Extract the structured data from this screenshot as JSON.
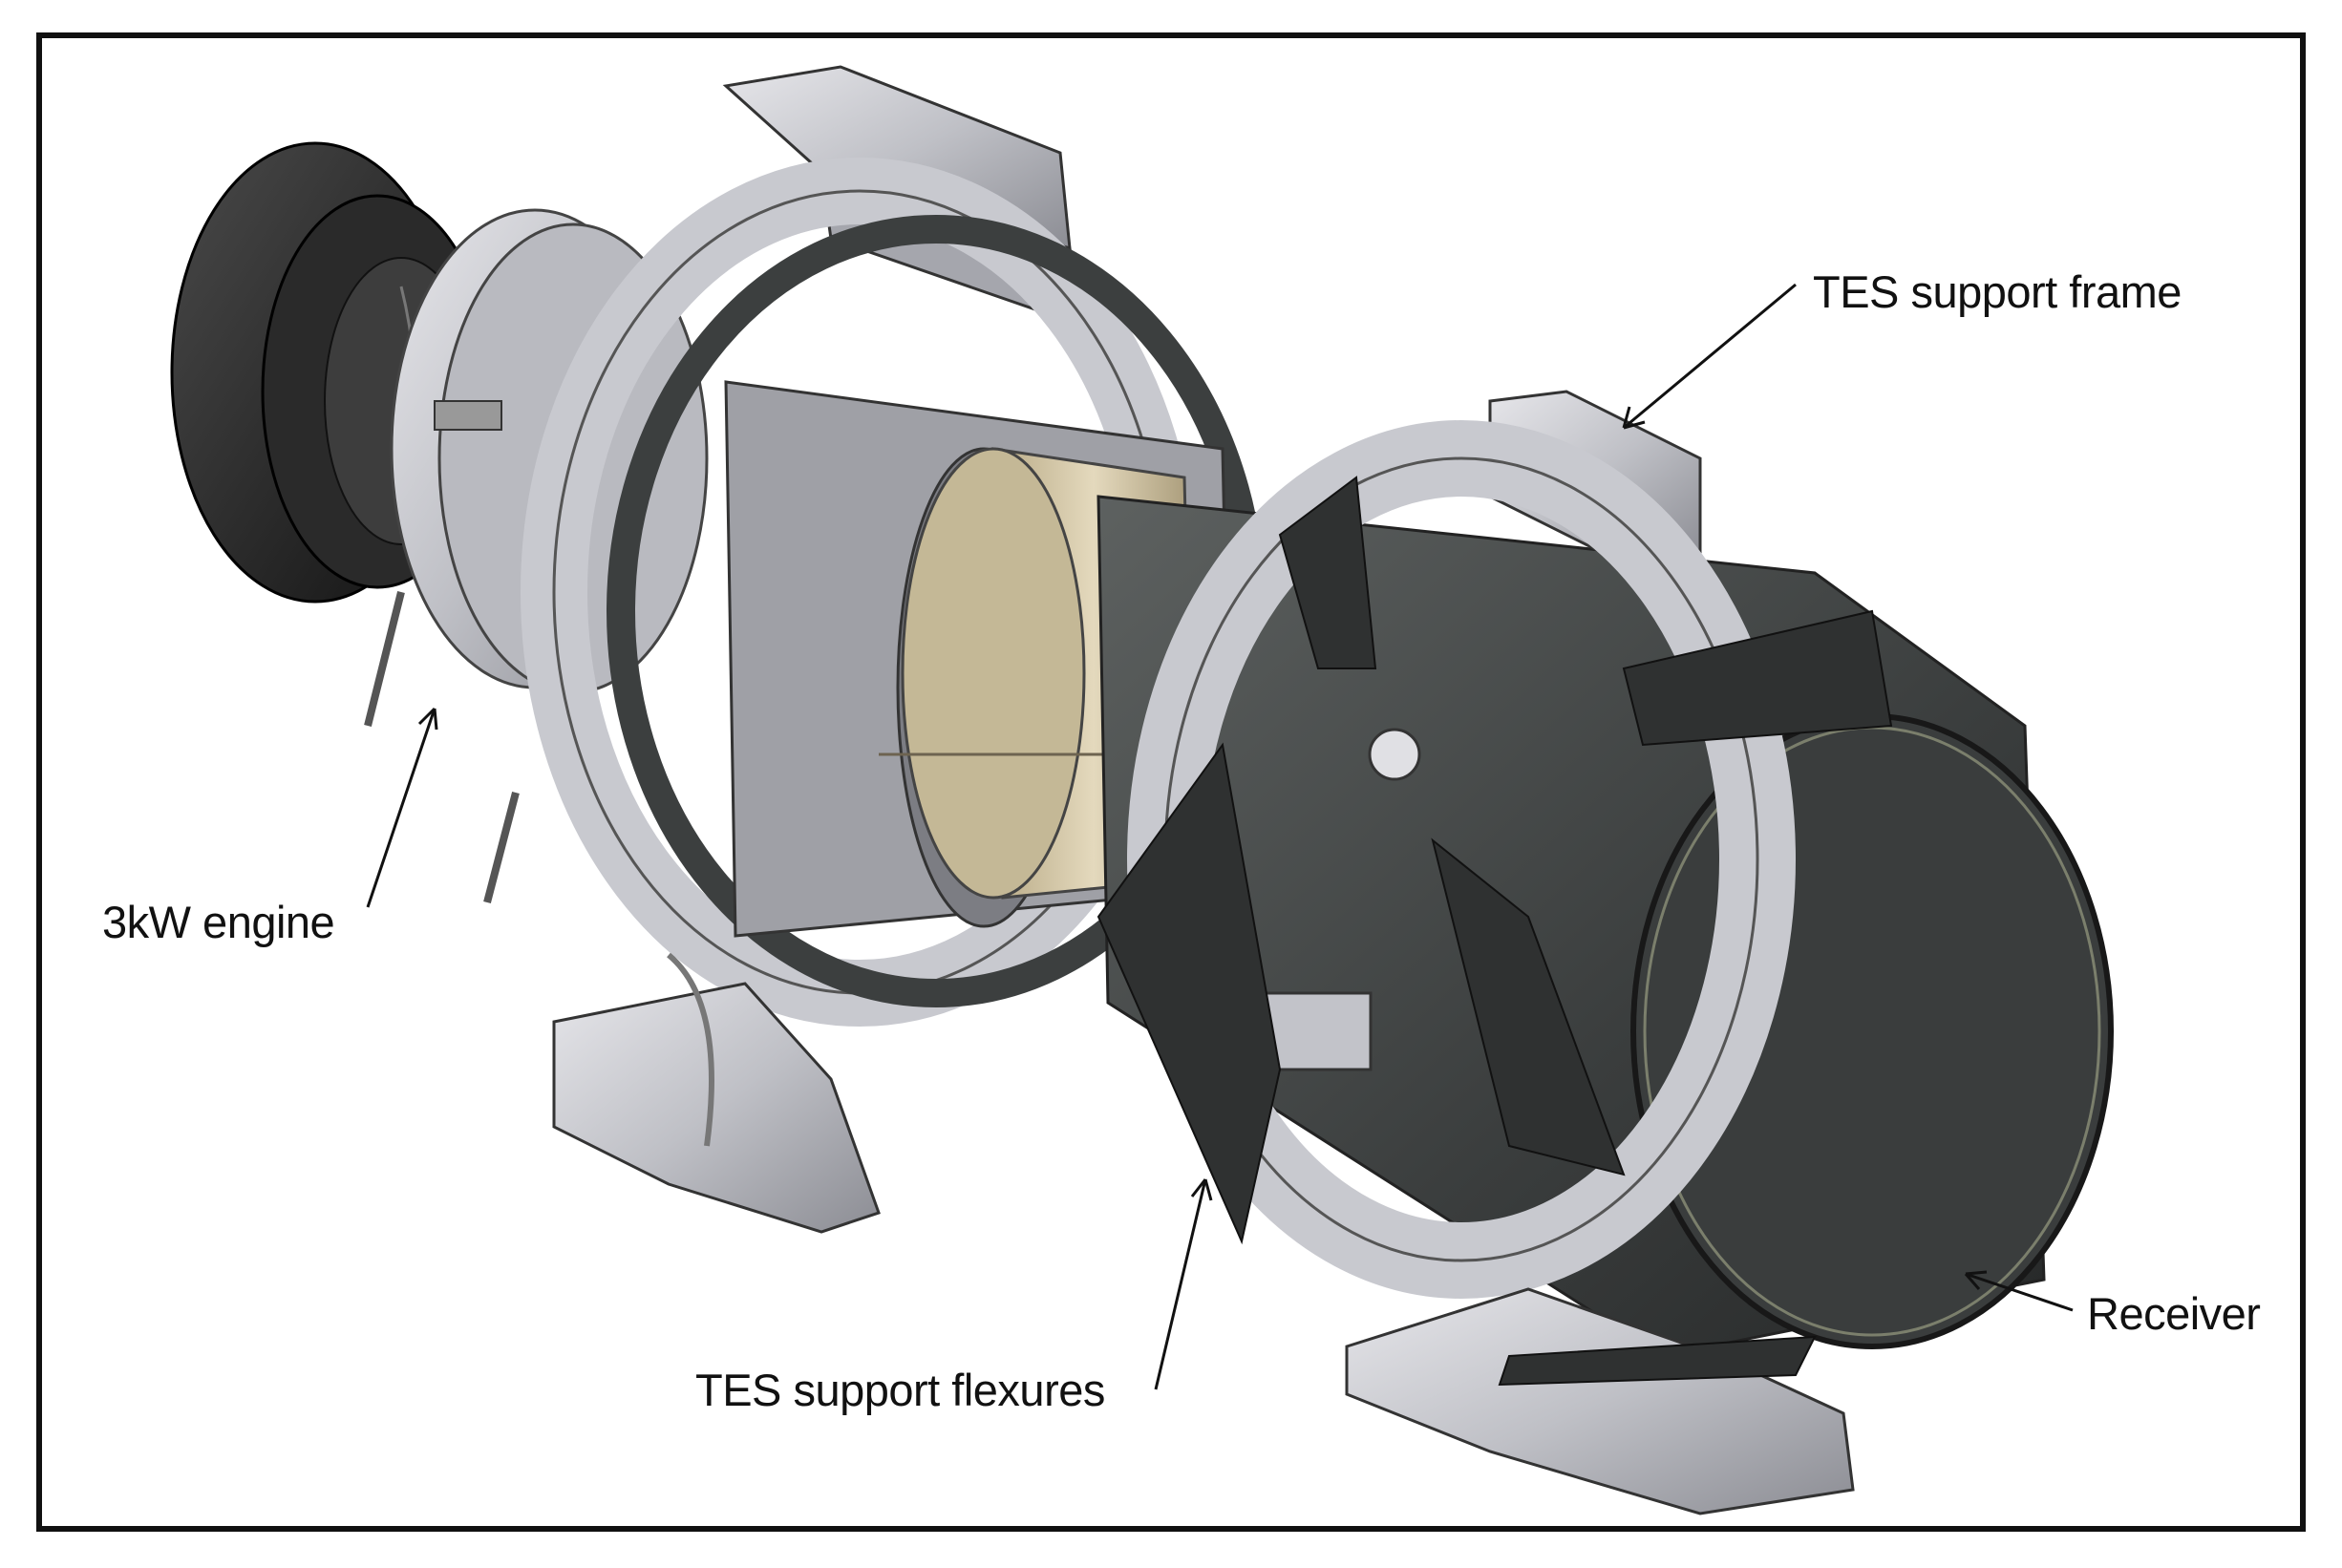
{
  "figure": {
    "labels": {
      "tes_support_frame": "TES support frame",
      "engine": "3kW engine",
      "tes_support_flexures": "TES support flexures",
      "receiver": "Receiver"
    },
    "colors": {
      "border": "#111111",
      "dark_metal": "#3a3d3d",
      "light_metal": "#c9cace",
      "gold_ring": "#cfc2a2",
      "engine_black": "#1c1c1c",
      "text": "#111111"
    }
  }
}
